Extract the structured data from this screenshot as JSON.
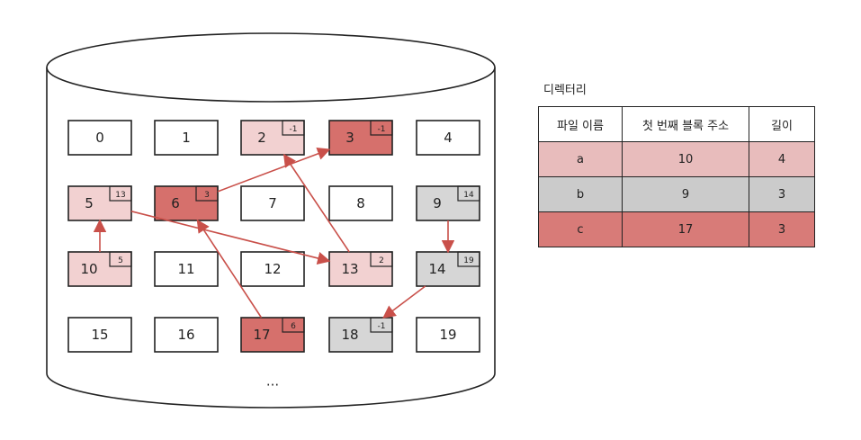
{
  "colors": {
    "file_a": "#f2d1d1",
    "file_b": "#d6d6d6",
    "file_c": "#d6706c",
    "empty": "#ffffff",
    "arrow": "#c9504a",
    "stroke": "#222222"
  },
  "disk": {
    "blocks": [
      {
        "label": "0",
        "file": null,
        "pointer": null
      },
      {
        "label": "1",
        "file": null,
        "pointer": null
      },
      {
        "label": "2",
        "file": "a",
        "pointer": "-1"
      },
      {
        "label": "3",
        "file": "c",
        "pointer": "-1"
      },
      {
        "label": "4",
        "file": null,
        "pointer": null
      },
      {
        "label": "5",
        "file": "a",
        "pointer": "13"
      },
      {
        "label": "6",
        "file": "c",
        "pointer": "3"
      },
      {
        "label": "7",
        "file": null,
        "pointer": null
      },
      {
        "label": "8",
        "file": null,
        "pointer": null
      },
      {
        "label": "9",
        "file": "b",
        "pointer": "14"
      },
      {
        "label": "10",
        "file": "a",
        "pointer": "5"
      },
      {
        "label": "11",
        "file": null,
        "pointer": null
      },
      {
        "label": "12",
        "file": null,
        "pointer": null
      },
      {
        "label": "13",
        "file": "a",
        "pointer": "2"
      },
      {
        "label": "14",
        "file": "b",
        "pointer": "19"
      },
      {
        "label": "15",
        "file": null,
        "pointer": null
      },
      {
        "label": "16",
        "file": null,
        "pointer": null
      },
      {
        "label": "17",
        "file": "c",
        "pointer": "6"
      },
      {
        "label": "18",
        "file": "b",
        "pointer": "-1"
      },
      {
        "label": "19",
        "file": null,
        "pointer": null
      }
    ],
    "links": [
      {
        "from": 10,
        "to": 5
      },
      {
        "from": 5,
        "to": 13
      },
      {
        "from": 13,
        "to": 2
      },
      {
        "from": 9,
        "to": 14
      },
      {
        "from": 14,
        "to": 18
      },
      {
        "from": 17,
        "to": 6
      },
      {
        "from": 6,
        "to": 3
      }
    ],
    "ellipsis": "···"
  },
  "directory": {
    "title": "디렉터리",
    "headers": [
      "파일 이름",
      "첫 번째 블록 주소",
      "길이"
    ],
    "rows": [
      {
        "name": "a",
        "start": "10",
        "length": "4"
      },
      {
        "name": "b",
        "start": "9",
        "length": "3"
      },
      {
        "name": "c",
        "start": "17",
        "length": "3"
      }
    ]
  }
}
